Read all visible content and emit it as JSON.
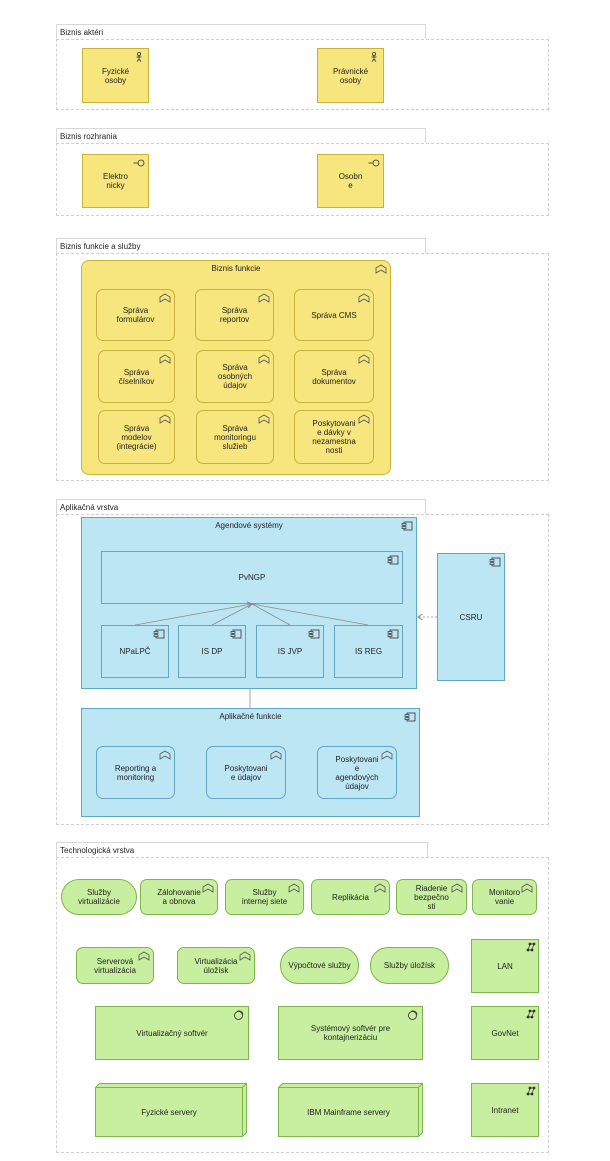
{
  "groups": {
    "actors": "Biznis aktéri",
    "interfaces": "Biznis rozhrania",
    "functions": "Biznis funkcie a služby",
    "application": "Aplikačná vrstva",
    "technology": "Technologická vrstva"
  },
  "actors": [
    "Fyzické\nosoby",
    "Právnické\nosoby"
  ],
  "interfaces": [
    "Elektro\nnicky",
    "Osobn\ne"
  ],
  "business_functions": {
    "title": "Biznis funkcie",
    "items": [
      "Správa\nformulárov",
      "Správa\nreportov",
      "Správa CMS",
      "Správa\nčíselníkov",
      "Správa\nosobných\núdajov",
      "Správa\ndokumentov",
      "Správa\nmodelov\n(integrácie)",
      "Správa\nmonitoringu\nslužieb",
      "Poskytovani\ne dávky v\nnezamestna\nnosti"
    ]
  },
  "application": {
    "agenda_title": "Agendové systémy",
    "pvngp": "PvNGP",
    "components": [
      "NPaLPČ",
      "IS DP",
      "IS JVP",
      "IS REG"
    ],
    "csru": "CSRU",
    "app_functions_title": "Aplikačné funkcie",
    "app_functions": [
      "Reporting a\nmonitoring",
      "Poskytovani\ne údajov",
      "Poskytovani\ne\nagendových\núdajov"
    ]
  },
  "technology": {
    "row1": [
      "Služby\nvirtualizácie",
      "Zálohovanie\na obnova",
      "Služby\ninternej siete",
      "Replikácia",
      "Riadenie\nbezpečno\nsti",
      "Monitoro\nvanie"
    ],
    "row2": [
      "Serverová\nvirtualizácia",
      "Virtualizácia\núložísk",
      "Výpočtové služby",
      "Služby úložísk"
    ],
    "network": [
      "LAN",
      "GovNet",
      "Intranet"
    ],
    "software": [
      "Virtualizačný softvér",
      "Systémový softvér pre\nkontajnerizáciu"
    ],
    "devices": [
      "Fyzické servery",
      "IBM Mainframe servery"
    ]
  },
  "colors": {
    "business": "#f7e57d",
    "application": "#bde6f5",
    "technology": "#c7ef9f"
  }
}
